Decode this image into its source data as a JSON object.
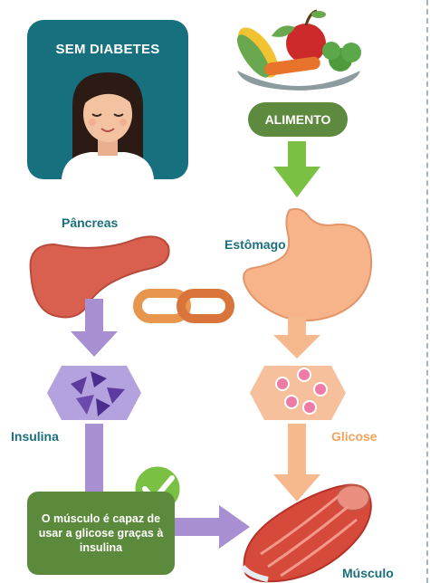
{
  "card": {
    "title": "SEM DIABETES"
  },
  "food_label": "ALIMENTO",
  "organs": {
    "pancreas": "Pâncreas",
    "stomach": "Estômago",
    "insulin": "Insulina",
    "glucose": "Glicose",
    "muscle": "Músculo"
  },
  "callout": {
    "text": "O músculo é capaz de usar a glicose graças à insulina"
  },
  "colors": {
    "teal": "#16707e",
    "green": "#5e8a3f",
    "arrow_green": "#7ac043",
    "arrow_purple": "#a78fd1",
    "arrow_orange": "#f6b98e",
    "label_teal": "#1b6f7c",
    "label_orange": "#f2a25c"
  }
}
